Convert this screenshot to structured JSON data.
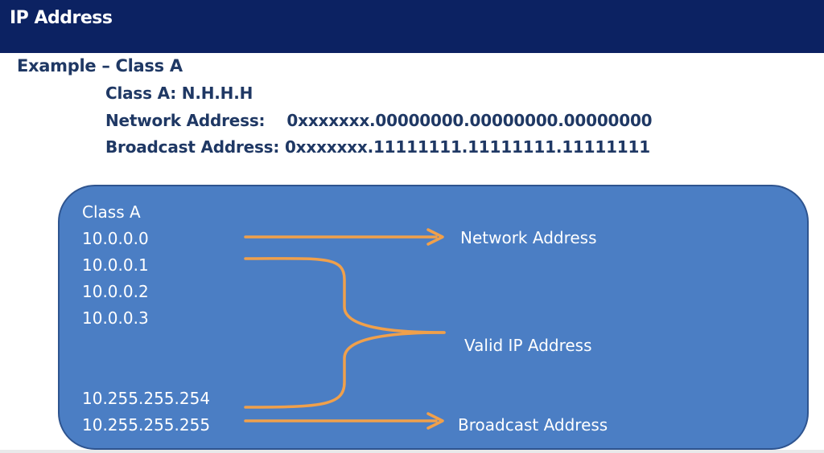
{
  "header": {
    "title": "IP Address"
  },
  "content": {
    "subheading": "Example – Class A",
    "lines": [
      "Class A: N.H.H.H",
      "Network Address:    0xxxxxxx.00000000.00000000.00000000",
      "Broadcast Address: 0xxxxxxx.11111111.11111111.11111111"
    ]
  },
  "panel": {
    "title": "Class A",
    "addresses": [
      "10.0.0.0",
      "10.0.0.1",
      "10.0.0.2",
      "10.0.0.3",
      "10.255.255.254",
      "10.255.255.255"
    ],
    "labels": {
      "network": "Network Address",
      "valid": "Valid IP Address",
      "broadcast": "Broadcast Address"
    }
  },
  "colors": {
    "header_bg": "#0c2262",
    "heading_text": "#1f3864",
    "panel_bg": "#4b7ec4",
    "arrow": "#f0a04b"
  }
}
